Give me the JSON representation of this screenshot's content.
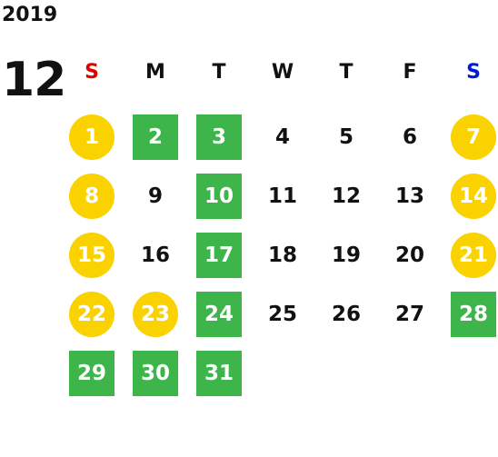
{
  "calendar": {
    "year": "2019",
    "month": "12",
    "weekdays": [
      {
        "label": "S",
        "color": "#e00000"
      },
      {
        "label": "M",
        "color": "#111111"
      },
      {
        "label": "T",
        "color": "#111111"
      },
      {
        "label": "W",
        "color": "#111111"
      },
      {
        "label": "T",
        "color": "#111111"
      },
      {
        "label": "F",
        "color": "#111111"
      },
      {
        "label": "S",
        "color": "#0019d4"
      }
    ],
    "colors": {
      "yellow": "#f9d200",
      "green": "#3db54a"
    },
    "weeks": [
      [
        {
          "day": "1",
          "style": "yellow"
        },
        {
          "day": "2",
          "style": "green"
        },
        {
          "day": "3",
          "style": "green"
        },
        {
          "day": "4",
          "style": "plain"
        },
        {
          "day": "5",
          "style": "plain"
        },
        {
          "day": "6",
          "style": "plain"
        },
        {
          "day": "7",
          "style": "yellow"
        }
      ],
      [
        {
          "day": "8",
          "style": "yellow"
        },
        {
          "day": "9",
          "style": "plain"
        },
        {
          "day": "10",
          "style": "green"
        },
        {
          "day": "11",
          "style": "plain"
        },
        {
          "day": "12",
          "style": "plain"
        },
        {
          "day": "13",
          "style": "plain"
        },
        {
          "day": "14",
          "style": "yellow"
        }
      ],
      [
        {
          "day": "15",
          "style": "yellow"
        },
        {
          "day": "16",
          "style": "plain"
        },
        {
          "day": "17",
          "style": "green"
        },
        {
          "day": "18",
          "style": "plain"
        },
        {
          "day": "19",
          "style": "plain"
        },
        {
          "day": "20",
          "style": "plain"
        },
        {
          "day": "21",
          "style": "yellow"
        }
      ],
      [
        {
          "day": "22",
          "style": "yellow"
        },
        {
          "day": "23",
          "style": "yellow"
        },
        {
          "day": "24",
          "style": "green"
        },
        {
          "day": "25",
          "style": "plain"
        },
        {
          "day": "26",
          "style": "plain"
        },
        {
          "day": "27",
          "style": "plain"
        },
        {
          "day": "28",
          "style": "green"
        }
      ],
      [
        {
          "day": "29",
          "style": "green"
        },
        {
          "day": "30",
          "style": "green"
        },
        {
          "day": "31",
          "style": "green"
        }
      ]
    ]
  }
}
